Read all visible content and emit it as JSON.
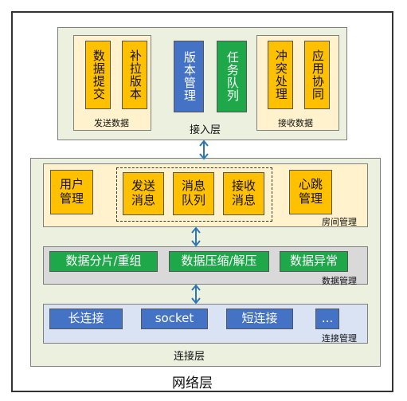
{
  "access_layer": {
    "title": "接入层",
    "send_group": {
      "caption": "发送数据",
      "items": [
        "数据提交",
        "补拉版本"
      ]
    },
    "middle_items": [
      "版本管理",
      "任务队列"
    ],
    "receive_group": {
      "caption": "接收数据",
      "items": [
        "冲突处理",
        "应用协同"
      ]
    }
  },
  "connection_layer": {
    "title": "连接层",
    "room": {
      "caption": "房间管理",
      "user_mgmt": "用户管理",
      "queue_items": [
        "发送消息",
        "消息队列",
        "接收消息"
      ],
      "heartbeat": "心跳管理"
    },
    "data_mgmt": {
      "caption": "数据管理",
      "items": [
        "数据分片/重组",
        "数据压缩/解压",
        "数据异常"
      ]
    },
    "conn_mgmt": {
      "caption": "连接管理",
      "items": [
        "长连接",
        "socket",
        "短连接",
        "..."
      ]
    }
  },
  "network_layer": {
    "title": "网络层"
  },
  "colors": {
    "orange": "#ffc000",
    "blue": "#4472c4",
    "green": "#1fa84a",
    "arrow": "#2e75b6"
  }
}
